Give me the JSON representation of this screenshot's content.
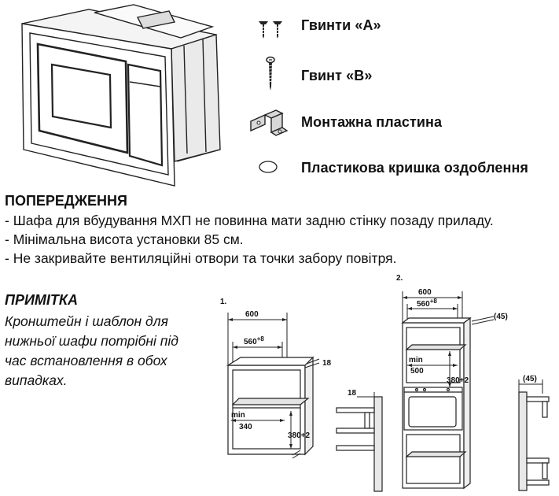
{
  "parts": [
    {
      "icon": "screw-a-icon",
      "label": "Гвинти «А»"
    },
    {
      "icon": "screw-b-icon",
      "label": "Гвинт «В»"
    },
    {
      "icon": "mounting-plate-icon",
      "label": "Монтажна пластина"
    },
    {
      "icon": "plastic-cap-icon",
      "label": "Пластикова кришка оздоблення"
    }
  ],
  "warning": {
    "title": "ПОПЕРЕДЖЕННЯ",
    "lines": [
      "- Шафа для вбудування МХП не повинна мати задню стінку позаду приладу.",
      "- Мінімальна висота установки 85 см.",
      "- Не закривайте вентиляційні отвори та точки забору повітря."
    ]
  },
  "note": {
    "title": "ПРИМІТКА",
    "body": "Кронштейн і шаблон для нижньої шафи потрібні під час встановлення в обох випадках."
  },
  "diagram1": {
    "number": "1.",
    "width_outer": "600",
    "width_inner": "560",
    "width_inner_tol": "+8",
    "side_thickness": "18",
    "min_label": "min",
    "min_value": "340",
    "height": "380+2",
    "side_detail_thickness": "18"
  },
  "diagram2": {
    "number": "2.",
    "width_outer": "600",
    "width_inner": "560",
    "width_inner_tol": "+8",
    "back_gap": "(45)",
    "min_label": "min",
    "min_value": "500",
    "height": "380+2",
    "side_detail_gap": "(45)"
  }
}
